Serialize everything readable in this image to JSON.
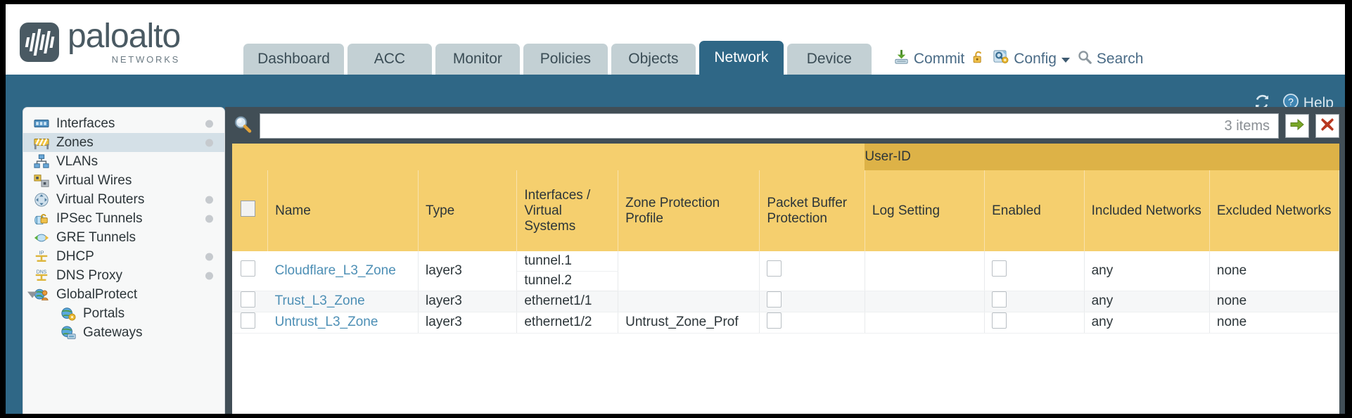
{
  "brand": {
    "name": "paloalto",
    "tagline": "NETWORKS"
  },
  "nav_tabs": [
    {
      "label": "Dashboard",
      "active": false
    },
    {
      "label": "ACC",
      "active": false
    },
    {
      "label": "Monitor",
      "active": false
    },
    {
      "label": "Policies",
      "active": false
    },
    {
      "label": "Objects",
      "active": false
    },
    {
      "label": "Network",
      "active": true
    },
    {
      "label": "Device",
      "active": false
    }
  ],
  "top_actions": {
    "commit": "Commit",
    "config": "Config",
    "search": "Search",
    "lock_icon": "padlock-icon",
    "commit_icon": "commit-icon",
    "config_icon": "config-icon",
    "search_icon": "search-icon",
    "caret_icon": "chevron-down-icon"
  },
  "blue_band": {
    "help_label": "Help",
    "refresh_icon": "refresh-icon",
    "help_icon": "help-icon"
  },
  "sidebar": {
    "items": [
      {
        "label": "Interfaces",
        "icon": "interfaces-icon",
        "selected": false,
        "dot": true,
        "child": false,
        "caret": false
      },
      {
        "label": "Zones",
        "icon": "zones-icon",
        "selected": true,
        "dot": true,
        "child": false,
        "caret": false
      },
      {
        "label": "VLANs",
        "icon": "vlans-icon",
        "selected": false,
        "dot": false,
        "child": false,
        "caret": false
      },
      {
        "label": "Virtual Wires",
        "icon": "virtual-wires-icon",
        "selected": false,
        "dot": false,
        "child": false,
        "caret": false
      },
      {
        "label": "Virtual Routers",
        "icon": "virtual-routers-icon",
        "selected": false,
        "dot": true,
        "child": false,
        "caret": false
      },
      {
        "label": "IPSec Tunnels",
        "icon": "ipsec-tunnels-icon",
        "selected": false,
        "dot": true,
        "child": false,
        "caret": false
      },
      {
        "label": "GRE Tunnels",
        "icon": "gre-tunnels-icon",
        "selected": false,
        "dot": false,
        "child": false,
        "caret": false
      },
      {
        "label": "DHCP",
        "icon": "dhcp-icon",
        "selected": false,
        "dot": true,
        "child": false,
        "caret": false
      },
      {
        "label": "DNS Proxy",
        "icon": "dns-proxy-icon",
        "selected": false,
        "dot": true,
        "child": false,
        "caret": false
      },
      {
        "label": "GlobalProtect",
        "icon": "globalprotect-icon",
        "selected": false,
        "dot": false,
        "child": false,
        "caret": true
      },
      {
        "label": "Portals",
        "icon": "portals-icon",
        "selected": false,
        "dot": false,
        "child": true,
        "caret": false
      },
      {
        "label": "Gateways",
        "icon": "gateways-icon",
        "selected": false,
        "dot": false,
        "child": true,
        "caret": false
      }
    ]
  },
  "toolbar": {
    "search_placeholder": "",
    "search_value": "",
    "items_count": "3 items",
    "apply_icon": "green-arrow-icon",
    "clear_icon": "red-x-icon",
    "search_icon": "search-icon"
  },
  "table": {
    "group_header": "User-ID",
    "columns": [
      "Name",
      "Type",
      "Interfaces / Virtual Systems",
      "Zone Protection Profile",
      "Packet Buffer Protection",
      "Log Setting",
      "Enabled",
      "Included Networks",
      "Excluded Networks"
    ],
    "rows": [
      {
        "name": "Cloudflare_L3_Zone",
        "type": "layer3",
        "interfaces": [
          "tunnel.1",
          "tunnel.2"
        ],
        "zone_protection_profile": "",
        "packet_buffer_protection": false,
        "log_setting": "",
        "userid_enabled": false,
        "included_networks": "any",
        "excluded_networks": "none"
      },
      {
        "name": "Trust_L3_Zone",
        "type": "layer3",
        "interfaces": [
          "ethernet1/1"
        ],
        "zone_protection_profile": "",
        "packet_buffer_protection": false,
        "log_setting": "",
        "userid_enabled": false,
        "included_networks": "any",
        "excluded_networks": "none"
      },
      {
        "name": "Untrust_L3_Zone",
        "type": "layer3",
        "interfaces": [
          "ethernet1/2"
        ],
        "zone_protection_profile": "Untrust_Zone_Prof",
        "packet_buffer_protection": false,
        "log_setting": "",
        "userid_enabled": false,
        "included_networks": "any",
        "excluded_networks": "none"
      }
    ]
  },
  "colors": {
    "brand_blue": "#2f6786",
    "header_amber": "#f5cf6e",
    "group_amber": "#ddb247",
    "link_blue": "#4d8fb5",
    "panel_dark": "#414e56"
  }
}
